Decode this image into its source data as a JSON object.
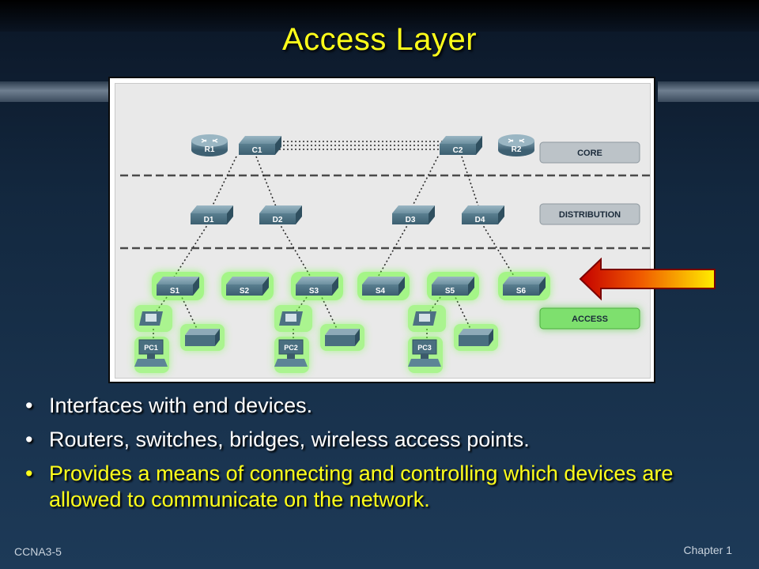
{
  "slide": {
    "title": "Access Layer",
    "footer_left": "CCNA3-5",
    "footer_right": "Chapter 1"
  },
  "diagram": {
    "layers": {
      "core": "CORE",
      "distribution": "DISTRIBUTION",
      "access": "ACCESS"
    },
    "core_devices": {
      "r1": "R1",
      "c1": "C1",
      "c2": "C2",
      "r2": "R2"
    },
    "distribution_switches": [
      "D1",
      "D2",
      "D3",
      "D4"
    ],
    "access_switches": [
      "S1",
      "S2",
      "S3",
      "S4",
      "S5",
      "S6"
    ],
    "pcs": [
      "PC1",
      "PC2",
      "PC3"
    ],
    "colors": {
      "router": "#4a6e82",
      "switch": "#5d8596",
      "access_glow": "#7dff4a",
      "access_label": "#7ee06e",
      "layer_label": "#bcc3c8"
    }
  },
  "bullets": [
    {
      "text": "Interfaces with end devices.",
      "color": "white"
    },
    {
      "text": "Routers, switches, bridges, wireless access points.",
      "color": "white"
    },
    {
      "text": "Provides a means of connecting and controlling which devices are allowed to communicate on the network.",
      "color": "yellow"
    }
  ],
  "arrow": {
    "icon": "left-arrow-icon",
    "colors": [
      "#d40000",
      "#ffe600"
    ]
  }
}
